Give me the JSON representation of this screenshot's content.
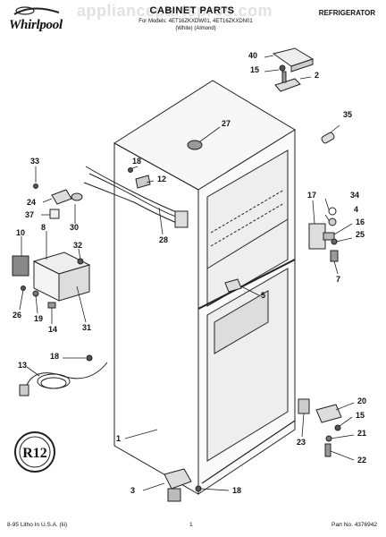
{
  "header": {
    "brand": "Whirlpool",
    "watermark": "appliancepartspros.com",
    "title": "CABINET PARTS",
    "model_lines": [
      "For Models: 4ET16ZKXDW01, 4ET16ZKXDN01",
      "(White)   (Almond)"
    ],
    "category": "REFRIGERATOR"
  },
  "callouts": {
    "c40": "40",
    "c15a": "15",
    "c2": "2",
    "c35": "35",
    "c27": "27",
    "c33": "33",
    "c18a": "18",
    "c12": "12",
    "c24": "24",
    "c30": "30",
    "c37": "37",
    "c28": "28",
    "c17": "17",
    "c34": "34",
    "c4": "4",
    "c16": "16",
    "c25a": "25",
    "c10": "10",
    "c8": "8",
    "c32": "32",
    "c7": "7",
    "c5": "5",
    "c26": "26",
    "c19": "19",
    "c14": "14",
    "c31": "31",
    "c18b": "18",
    "c13": "13",
    "c20": "20",
    "c15b": "15",
    "c21": "21",
    "c1": "1",
    "c23": "23",
    "c22": "22",
    "c3": "3",
    "c18c": "18"
  },
  "badge": {
    "text": "R12"
  },
  "footer": {
    "left": "8-95 Litho In U.S.A. (lii)",
    "page": "1",
    "right": "Part No. 4376942"
  }
}
